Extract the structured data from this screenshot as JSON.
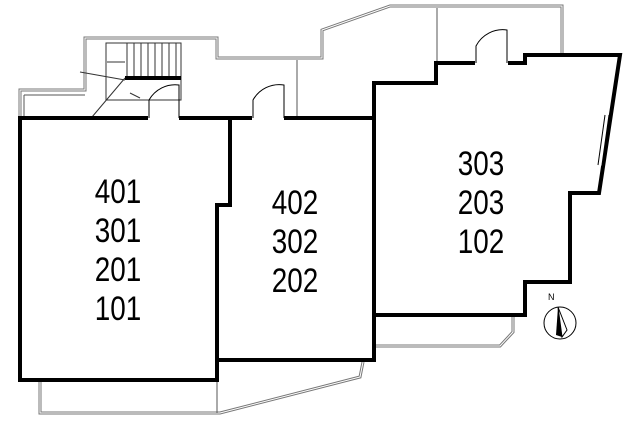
{
  "floor_plan": {
    "units": [
      {
        "rooms": [
          "401",
          "301",
          "201",
          "101"
        ]
      },
      {
        "rooms": [
          "402",
          "302",
          "202"
        ]
      },
      {
        "rooms": [
          "303",
          "203",
          "102"
        ]
      }
    ],
    "compass": {
      "label": "N"
    }
  }
}
